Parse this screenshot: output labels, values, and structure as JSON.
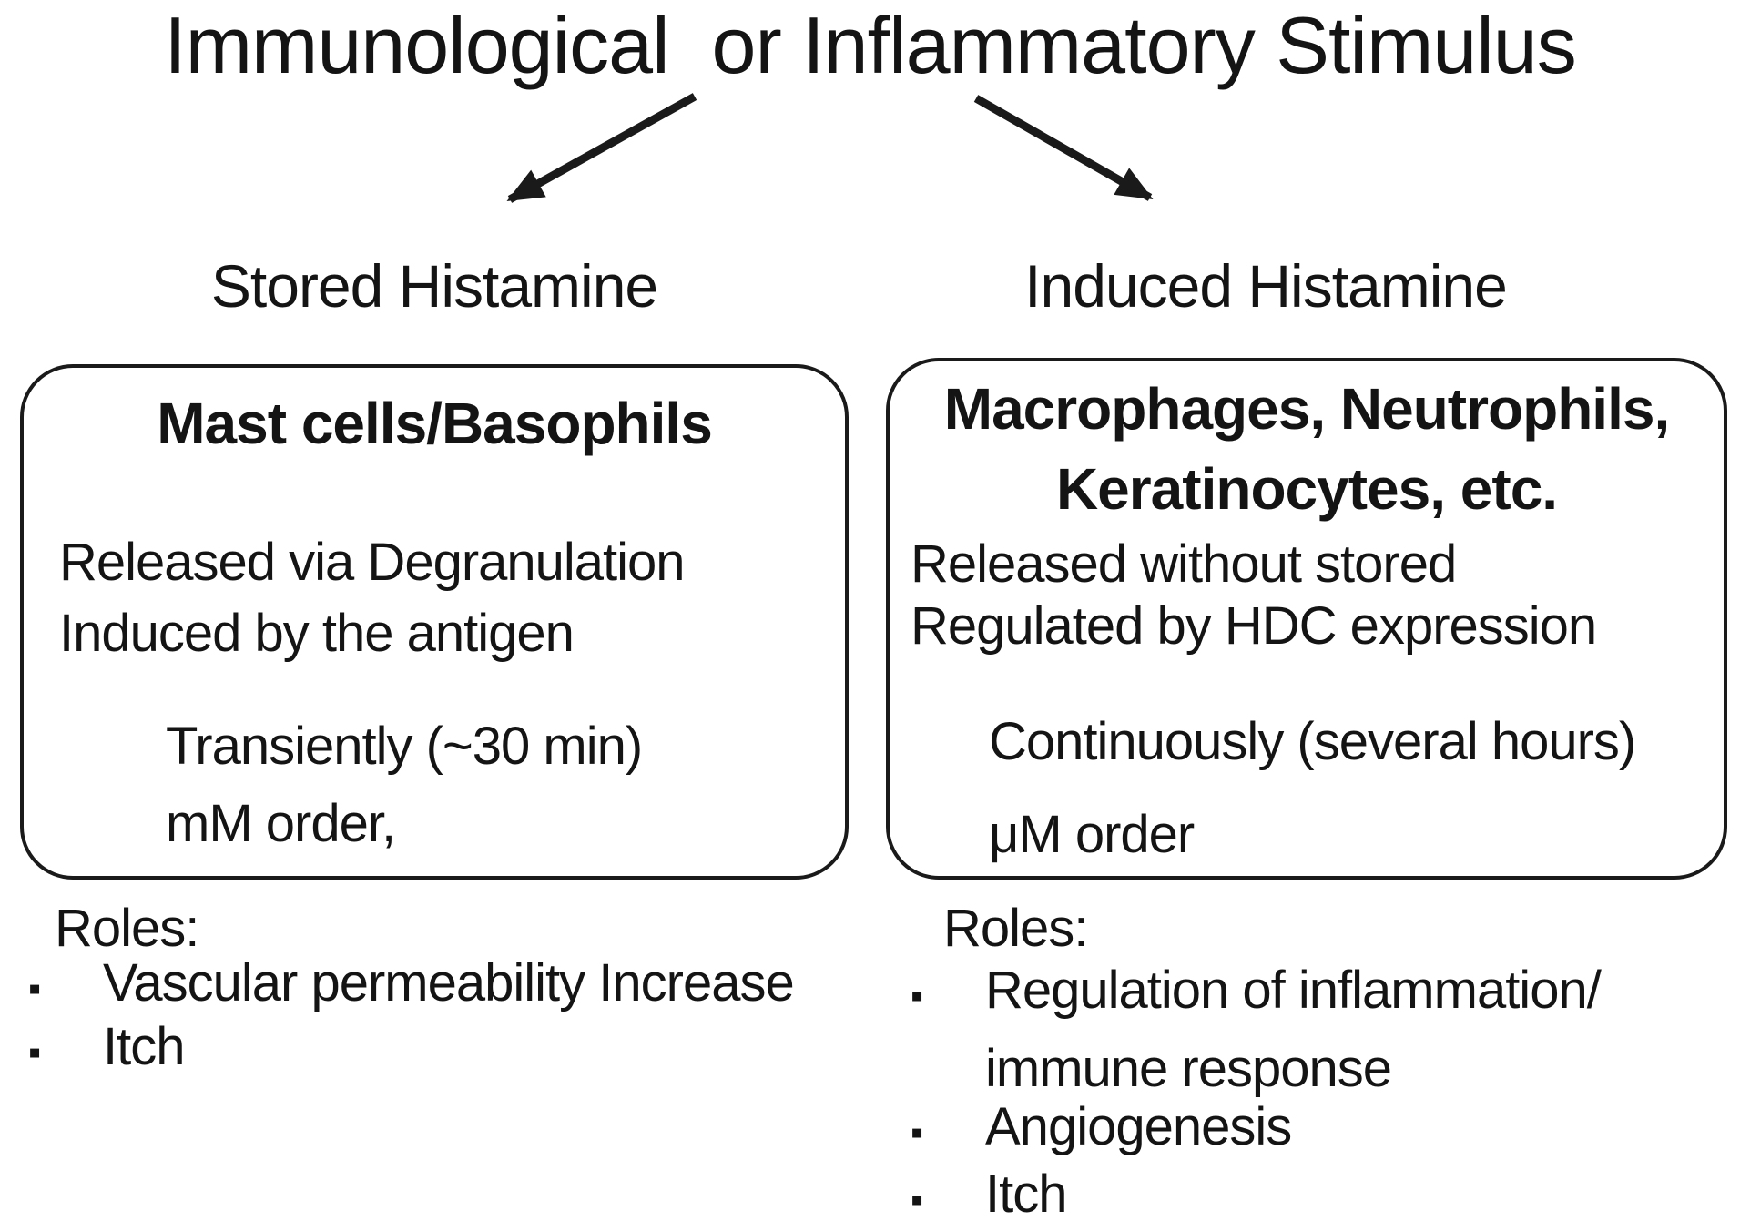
{
  "colors": {
    "text": "#141414",
    "line": "#1a1a1a",
    "background": "#ffffff"
  },
  "title": "Immunological  or Inflammatory Stimulus",
  "bullet_char": "▪",
  "left": {
    "heading": "Stored Histamine",
    "box": {
      "cell_title": "Mast cells/Basophils",
      "line1": "Released via Degranulation",
      "line2": "Induced by the antigen",
      "timing": "Transiently (~30 min)",
      "amount": "mM order,"
    },
    "roles": {
      "label": "Roles:",
      "items": [
        "Vascular permeability Increase",
        "Itch"
      ]
    }
  },
  "right": {
    "heading": "Induced Histamine",
    "box": {
      "cell_title_line1": "Macrophages, Neutrophils,",
      "cell_title_line2": "Keratinocytes, etc.",
      "line1": "Released without stored",
      "line2": "Regulated by HDC expression",
      "timing": "Continuously (several hours)",
      "amount": "μM order"
    },
    "roles": {
      "label": "Roles:",
      "items": [
        "Regulation of inflammation/ immune response",
        "Angiogenesis",
        "Itch"
      ]
    }
  }
}
